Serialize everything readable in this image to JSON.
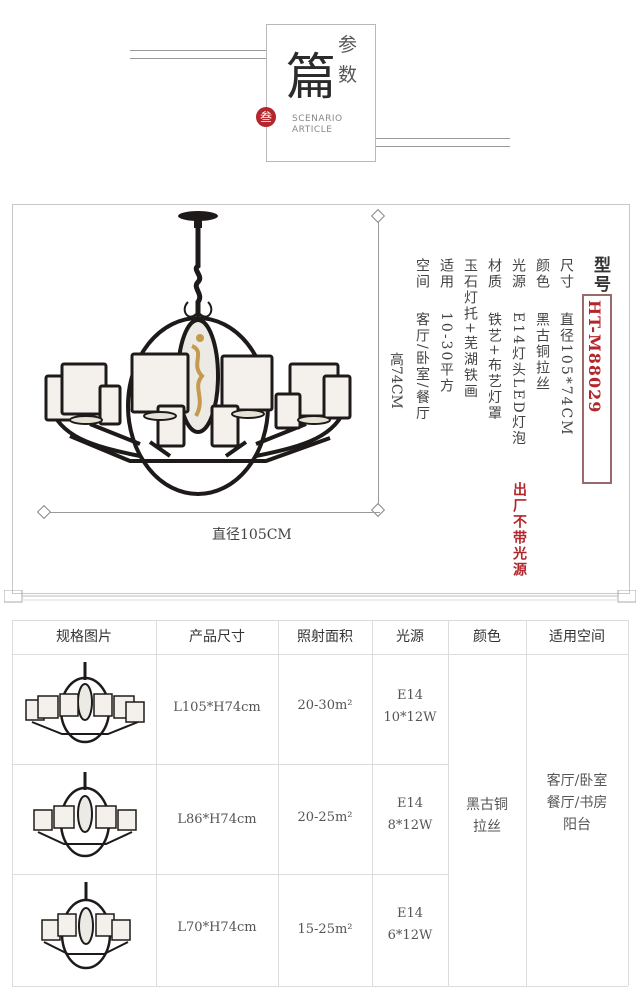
{
  "header": {
    "big_char": "篇",
    "small1": "参",
    "small2": "数",
    "seal_char": "叁",
    "en_line1": "SCENARIO",
    "en_line2": "ARTICLE"
  },
  "product": {
    "model_label": "型号",
    "model": "HT-M88029",
    "specs": [
      {
        "k": "尺寸",
        "v": "直径105*74CM"
      },
      {
        "k": "颜色",
        "v": "黑古铜拉丝"
      },
      {
        "k": "光源",
        "v": "E14灯头LED灯泡"
      },
      {
        "k": "材质",
        "v": "铁艺+布艺灯罩"
      },
      {
        "k": "",
        "v": "玉石灯托+芜湖铁画"
      },
      {
        "k": "适用",
        "v": "10-30平方"
      },
      {
        "k": "空间",
        "v": "客厅/卧室/餐厅"
      }
    ],
    "note": "出厂不带光源",
    "width_label": "直径105CM",
    "height_label": "高74CM"
  },
  "table": {
    "headers": [
      "规格图片",
      "产品尺寸",
      "照射面积",
      "光源",
      "颜色",
      "适用空间"
    ],
    "rows": [
      {
        "size": "L105*H74cm",
        "area": "20-30m²",
        "source_l1": "E14",
        "source_l2": "10*12W"
      },
      {
        "size": "L86*H74cm",
        "area": "20-25m²",
        "source_l1": "E14",
        "source_l2": "8*12W"
      },
      {
        "size": "L70*H74cm",
        "area": "15-25m²",
        "source_l1": "E14",
        "source_l2": "6*12W"
      }
    ],
    "color_l1": "黑古铜",
    "color_l2": "拉丝",
    "space_l1": "客厅/卧室",
    "space_l2": "餐厅/书房",
    "space_l3": "阳台"
  },
  "colors": {
    "accent_red": "#b3262b",
    "lamp_frame": "#1e1a1a",
    "shade": "#f4f1ec",
    "gold": "#c39a4e"
  }
}
